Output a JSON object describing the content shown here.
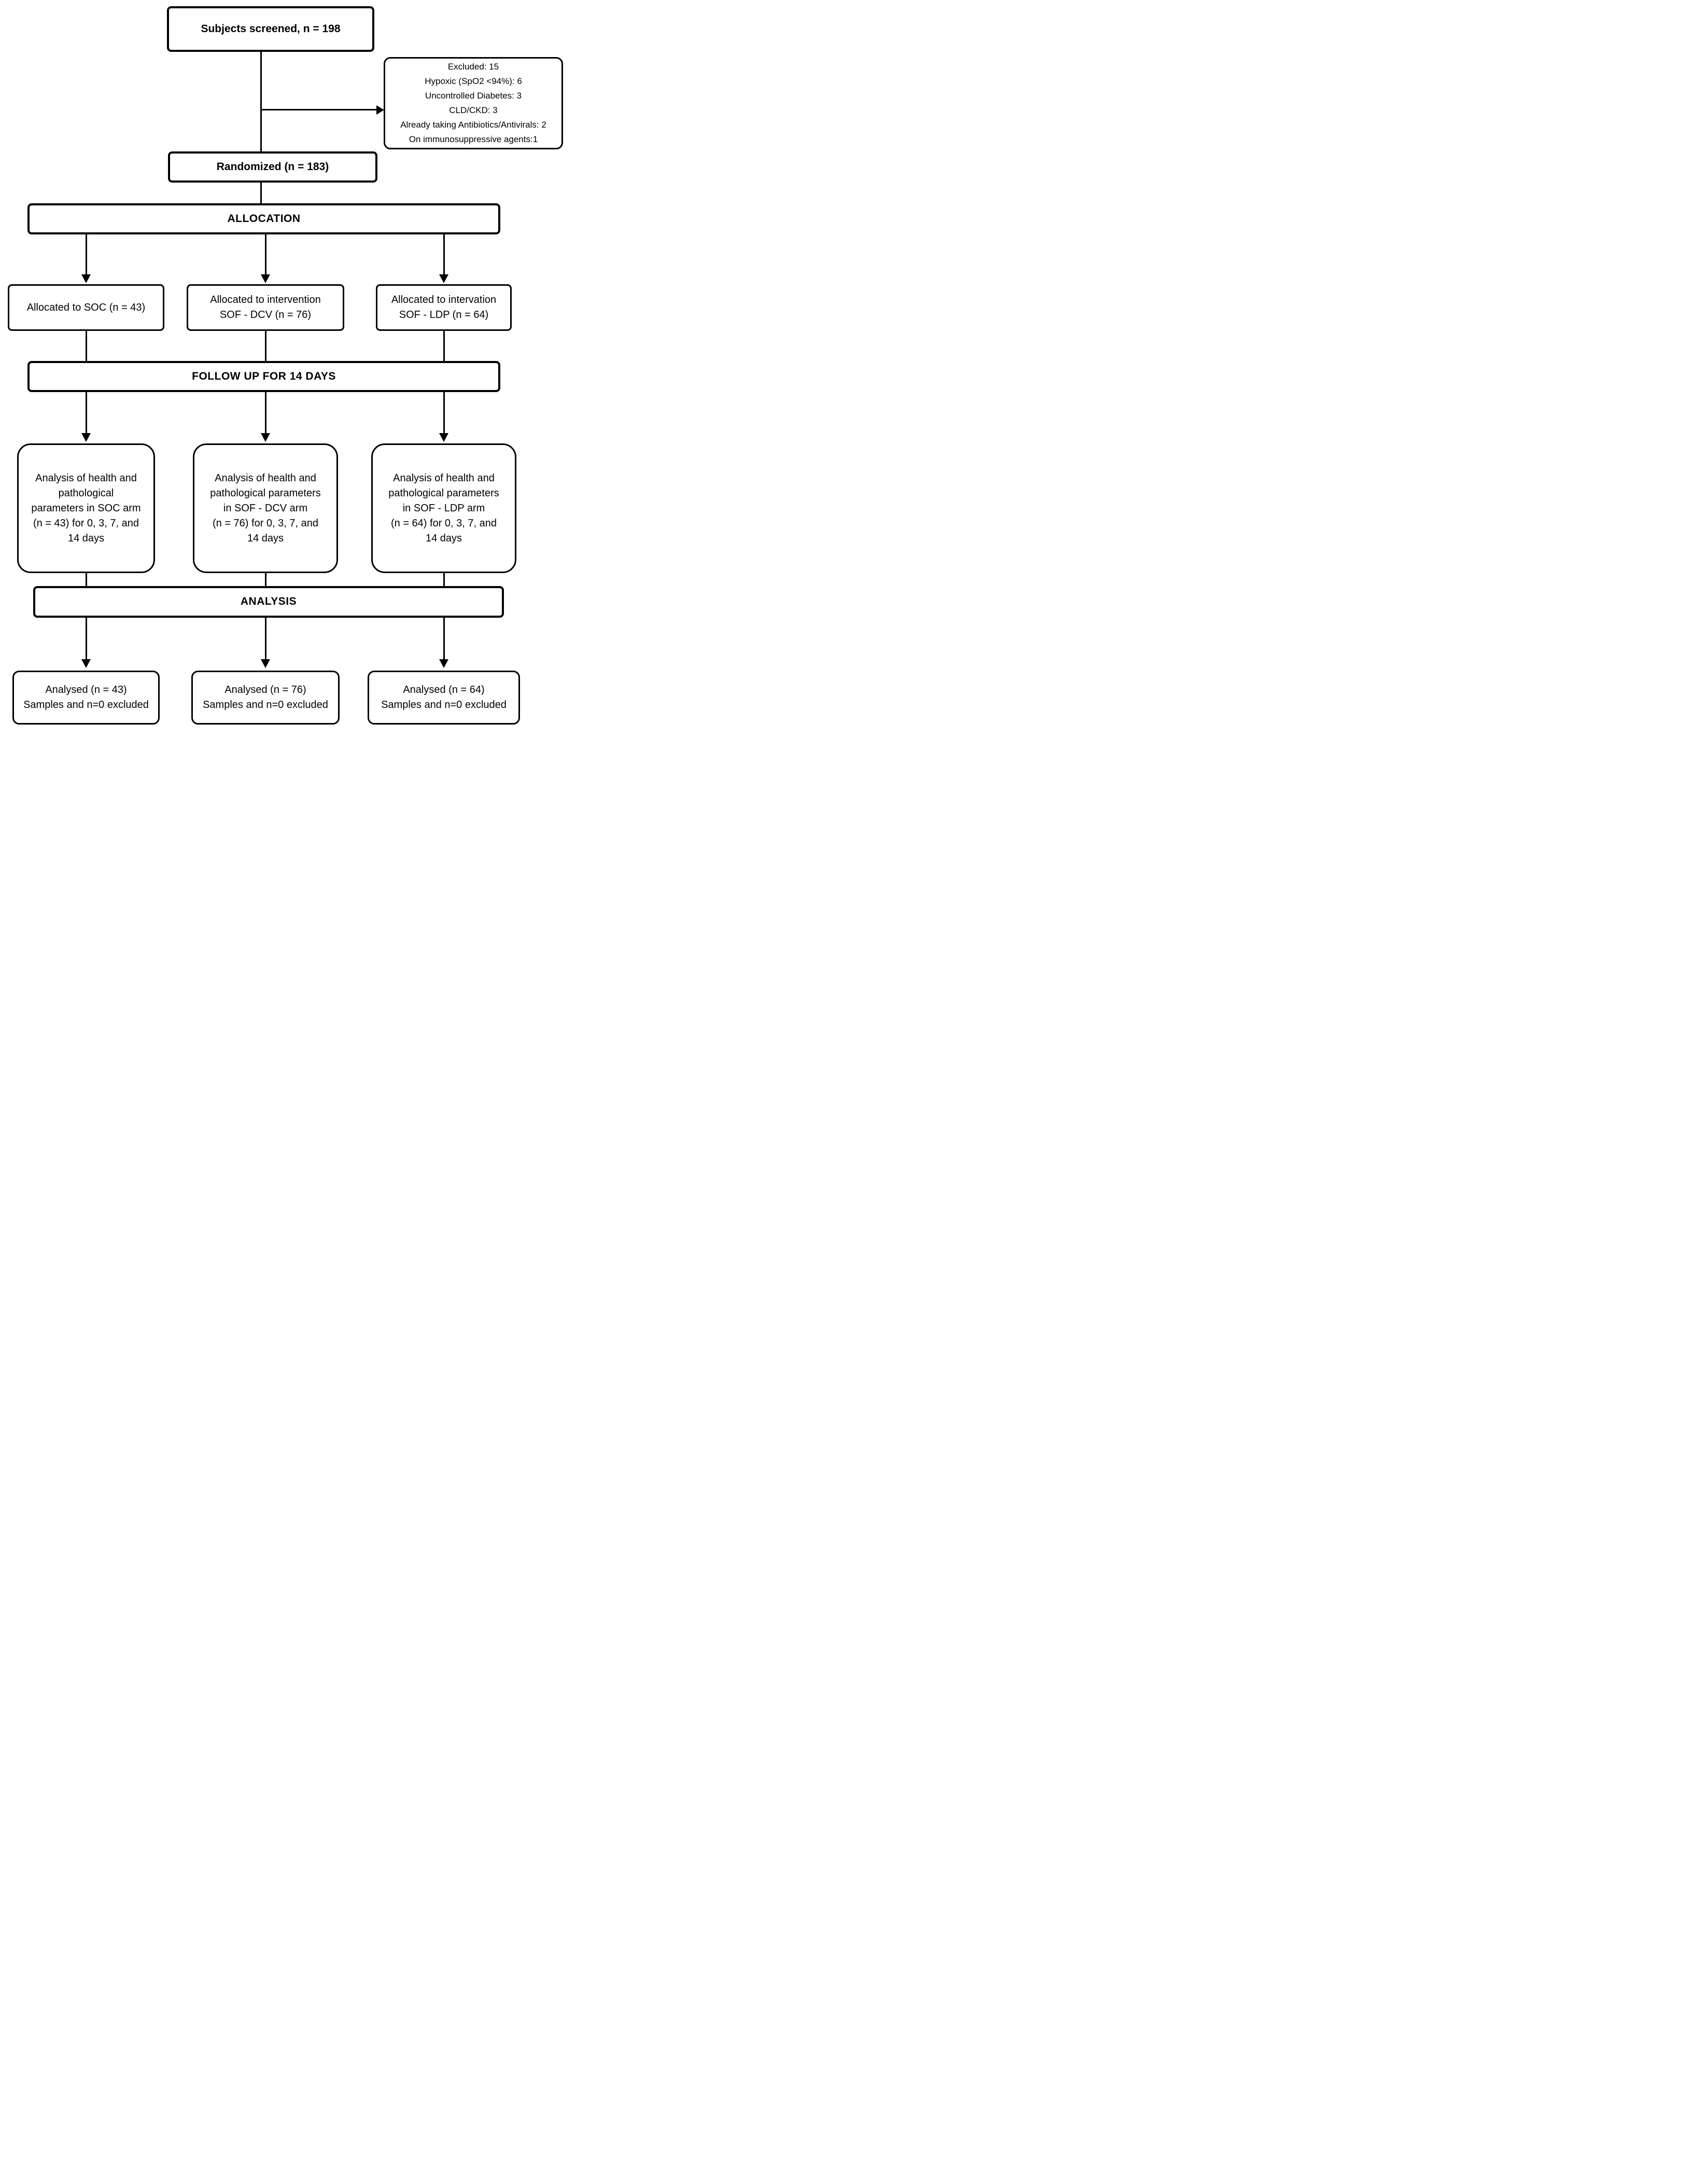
{
  "colors": {
    "background": "#ffffff",
    "line": "#000000",
    "box_fill": "#ffffff",
    "box_border": "#000000",
    "text": "#000000"
  },
  "flow": {
    "screened": "Subjects screened, n = 198",
    "excluded": {
      "lines": [
        "Excluded: 15",
        "Hypoxic (SpO2 <94%): 6",
        "Uncontrolled Diabetes: 3",
        "CLD/CKD: 3",
        "Already taking Antibiotics/Antivirals: 2",
        "On immunosuppressive agents:1"
      ]
    },
    "randomized": "Randomized (n = 183)",
    "allocation_bar": "ALLOCATION",
    "allocated_boxes": [
      {
        "lines": [
          "Allocated to SOC (n = 43)"
        ]
      },
      {
        "lines": [
          "Allocated to intervention",
          "SOF - DCV (n = 76)"
        ]
      },
      {
        "lines": [
          "Allocated to intervation",
          "SOF - LDP (n = 64)"
        ]
      }
    ],
    "followup_bar": "FOLLOW UP FOR 14 DAYS",
    "analysis_boxes": [
      {
        "lines": [
          "Analysis of health and",
          "pathological",
          "parameters in SOC arm",
          "(n = 43) for 0, 3, 7, and",
          "14 days"
        ]
      },
      {
        "lines": [
          "Analysis of health and",
          "pathological parameters",
          "in SOF - DCV arm",
          "(n = 76) for 0, 3, 7, and",
          "14 days"
        ]
      },
      {
        "lines": [
          "Analysis of health and",
          "pathological parameters",
          "in SOF - LDP arm",
          "(n = 64) for 0, 3, 7, and",
          "14 days"
        ]
      }
    ],
    "analysis_bar": "ANALYSIS",
    "analysed_boxes": [
      {
        "lines": [
          "Analysed (n = 43)",
          "Samples and n=0 excluded"
        ]
      },
      {
        "lines": [
          "Analysed (n = 76)",
          "Samples and n=0 excluded"
        ]
      },
      {
        "lines": [
          "Analysed (n = 64)",
          "Samples and n=0 excluded"
        ]
      }
    ]
  }
}
